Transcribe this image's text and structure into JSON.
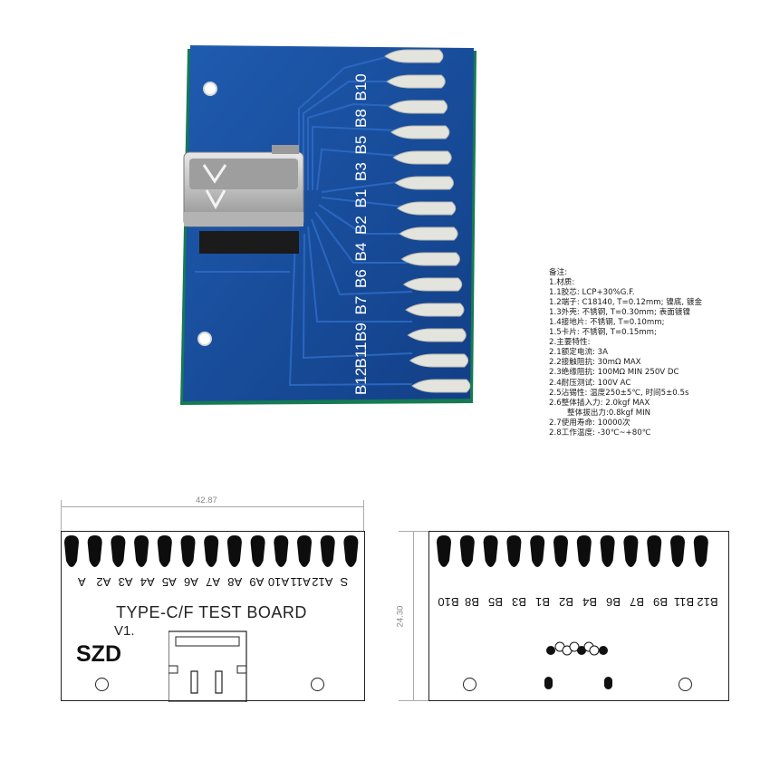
{
  "photo": {
    "pcb_labels": [
      "B12",
      "B11",
      "B9",
      "B7",
      "B6",
      "B4",
      "B2",
      "B1",
      "B3",
      "B5",
      "B8",
      "B10"
    ],
    "colors": {
      "pcb": "#123f86",
      "pcb_light": "#1f5bb0",
      "pad": "#e4e4df",
      "connector": "#c9c9c9",
      "edge": "#1a8a5a"
    }
  },
  "notes": {
    "title": "备注:",
    "lines": [
      {
        "text": "1.材质:",
        "indent": false
      },
      {
        "text": "1.1胶芯: LCP+30%G.F.",
        "indent": false
      },
      {
        "text": "1.2端子: C18140, T=0.12mm; 镍底, 镀金",
        "indent": false
      },
      {
        "text": "1.3外壳: 不锈钢, T=0.30mm; 表面镀镍",
        "indent": false
      },
      {
        "text": "1.4接地片: 不锈钢, T=0.10mm;",
        "indent": false
      },
      {
        "text": "1.5卡片: 不锈钢, T=0.15mm;",
        "indent": false
      },
      {
        "text": "2.主要特性:",
        "indent": false
      },
      {
        "text": "2.1额定电流: 3A",
        "indent": false
      },
      {
        "text": "2.2接触阻抗: 30mΩ MAX",
        "indent": false
      },
      {
        "text": "2.3绝缘阻抗: 100MΩ MIN 250V DC",
        "indent": false
      },
      {
        "text": "2.4耐压测试: 100V AC",
        "indent": false
      },
      {
        "text": "2.5沾锡性: 温度250±5℃, 时间5±0.5s",
        "indent": false
      },
      {
        "text": "2.6整体插入力: 2.0kgf MAX",
        "indent": false
      },
      {
        "text": "整体拔出力:0.8kgf MIN",
        "indent": true
      },
      {
        "text": "2.7使用寿命: 10000次",
        "indent": false
      },
      {
        "text": "2.8工作温度: -30℃~+80℃",
        "indent": false
      }
    ]
  },
  "front_drawing": {
    "width_dim": "42.87",
    "pin_labels": [
      "S",
      "A12",
      "A11",
      "A10",
      "A9",
      "A8",
      "A7",
      "A6",
      "A5",
      "A4",
      "A3",
      "A2",
      "A"
    ],
    "board_title": "TYPE-C/F TEST BOARD",
    "version": "V1.",
    "brand": "SZD"
  },
  "back_drawing": {
    "height_dim": "24.30",
    "pin_labels": [
      "B12",
      "B11",
      "B9",
      "B7",
      "B6",
      "B4",
      "B2",
      "B1",
      "B3",
      "B5",
      "B8",
      "B10"
    ]
  }
}
